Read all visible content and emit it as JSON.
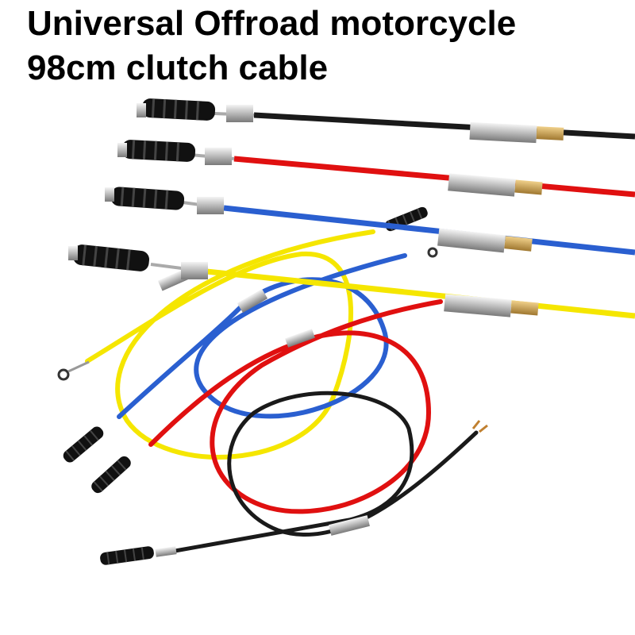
{
  "title": {
    "line1": "Universal Offroad motorcycle",
    "line2": "98cm clutch cable"
  },
  "cables": [
    {
      "name": "black-cable-straight",
      "color": "#1a1a1a"
    },
    {
      "name": "red-cable-straight",
      "color": "#e01010"
    },
    {
      "name": "blue-cable-straight",
      "color": "#2a5fd0"
    },
    {
      "name": "yellow-cable-straight",
      "color": "#f5e600"
    },
    {
      "name": "yellow-cable-coiled",
      "color": "#f5e600"
    },
    {
      "name": "blue-cable-coiled",
      "color": "#2a5fd0"
    },
    {
      "name": "red-cable-coiled",
      "color": "#e01010"
    },
    {
      "name": "black-cable-coiled",
      "color": "#1a1a1a"
    }
  ]
}
